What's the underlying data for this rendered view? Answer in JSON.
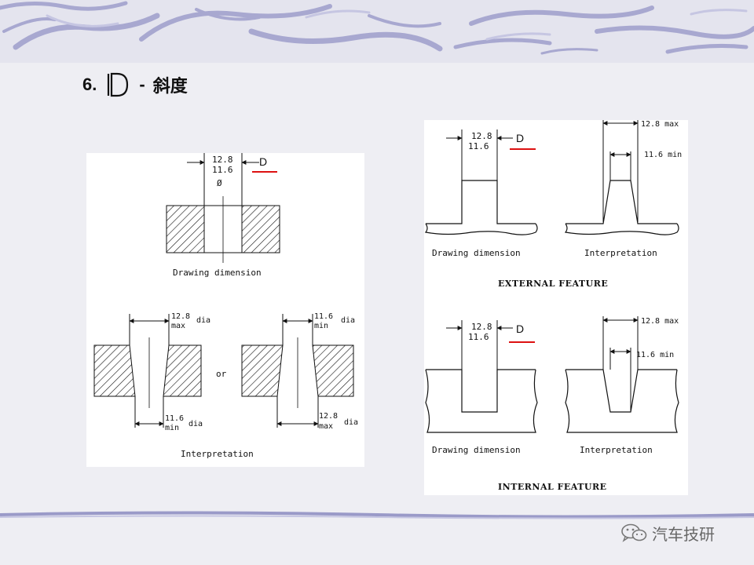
{
  "slide": {
    "number": "6.",
    "symbol_name": "dimension-origin-symbol",
    "dash": "-",
    "title": "斜度"
  },
  "left_panel": {
    "top": {
      "upper": "12.8",
      "lower": "11.6",
      "diameter": "Ø",
      "symbol": "D",
      "caption": "Drawing dimension"
    },
    "bottom": {
      "left_top_value": "12.8",
      "left_top_limit": "max",
      "left_top_dia": "dia",
      "left_bottom_value": "11.6",
      "left_bottom_limit": "min",
      "left_bottom_dia": "dia",
      "or": "or",
      "right_top_value": "11.6",
      "right_top_limit": "min",
      "right_top_dia": "dia",
      "right_bottom_value": "12.8",
      "right_bottom_limit": "max",
      "right_bottom_dia": "dia",
      "caption": "Interpretation"
    }
  },
  "right_panel": {
    "external": {
      "drawing_upper": "12.8",
      "drawing_lower": "11.6",
      "symbol": "D",
      "interp_max": "12.8 max",
      "interp_min": "11.6  min",
      "caption_drawing": "Drawing dimension",
      "caption_interp": "Interpretation",
      "section_title": "EXTERNAL FEATURE"
    },
    "internal": {
      "drawing_upper": "12.8",
      "drawing_lower": "11.6",
      "symbol": "D",
      "interp_max": "12.8 max",
      "interp_min": "11.6  min",
      "caption_drawing": "Drawing dimension",
      "caption_interp": "Interpretation",
      "section_title": "INTERNAL FEATURE"
    }
  },
  "watermark": {
    "icon": "wechat-icon",
    "text": "汽车技研"
  },
  "colors": {
    "accent_red": "#dd1111",
    "banner_stroke": "#9a9ac8",
    "background": "#eeeef3"
  }
}
